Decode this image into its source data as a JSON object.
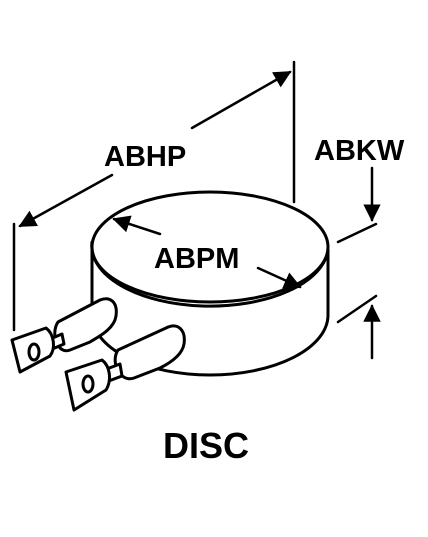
{
  "diagram": {
    "component_name": "DISC",
    "dimension_labels": {
      "overall_length": "ABHP",
      "thickness": "ABKW",
      "diameter": "ABPM"
    }
  }
}
